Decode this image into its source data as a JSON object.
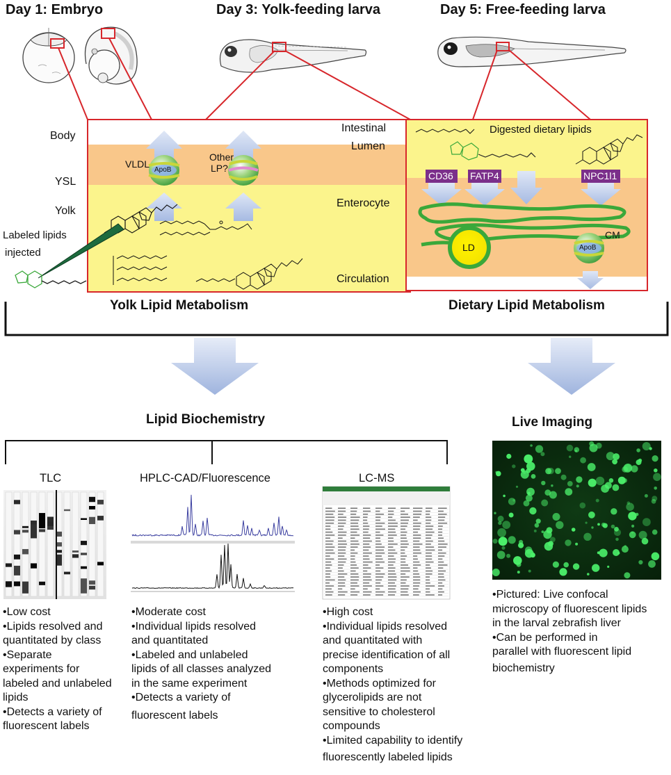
{
  "stages": {
    "day1": "Day 1: Embryo",
    "day3": "Day 3: Yolk-feeding larva",
    "day5": "Day 5: Free-feeding larva"
  },
  "yolk_panel": {
    "body": "Body",
    "ysl": "YSL",
    "yolk": "Yolk",
    "vldl": "VLDL",
    "apob": "ApoB",
    "other_lp_1": "Other",
    "other_lp_2": "LP?",
    "labeled_1": "Labeled lipids",
    "labeled_2": "injected",
    "title": "Yolk Lipid Metabolism"
  },
  "dietary_panel": {
    "lumen_1": "Intestinal",
    "lumen_2": "Lumen",
    "digested": "Digested dietary lipids",
    "cd36": "CD36",
    "fatp4": "FATP4",
    "npc1l1": "NPC1l1",
    "enterocyte": "Enterocyte",
    "ld": "LD",
    "cm": "CM",
    "apob": "ApoB",
    "circulation": "Circulation",
    "title": "Dietary Lipid Metabolism"
  },
  "sections": {
    "biochem": "Lipid Biochemistry",
    "imaging": "Live Imaging"
  },
  "methods": {
    "tlc": {
      "title": "TLC",
      "bullets": [
        "•Low cost",
        "•Lipids resolved and",
        "quantitated by class",
        "•Separate",
        "experiments for",
        "labeled and unlabeled",
        "lipids",
        "•Detects a variety of",
        "fluorescent labels"
      ]
    },
    "hplc": {
      "title": "HPLC-CAD/Fluorescence",
      "bullets": [
        "•Moderate cost",
        "•Individual lipids resolved",
        "and quantitated",
        "•Labeled and unlabeled",
        "lipids of all classes analyzed",
        "in the same experiment",
        "•Detects a variety of",
        "fluorescent labels"
      ]
    },
    "lcms": {
      "title": "LC-MS",
      "bullets": [
        "•High cost",
        "•Individual lipids resolved",
        "and quantitated with",
        "precise identification of all",
        "components",
        "•Methods optimized for",
        "glycerolipids are not",
        "sensitive to cholesterol",
        "compounds",
        "•Limited capability to identify",
        "fluorescently labeled lipids"
      ]
    },
    "imaging": {
      "bullets": [
        "•Pictured: Live confocal",
        "microscopy of fluorescent lipids",
        "in the larval zebrafish liver",
        "•Can be performed in",
        "parallel with fluorescent lipid",
        "biochemistry"
      ]
    }
  },
  "colors": {
    "frame_red": "#d7262b",
    "yellow": "#fbf48c",
    "orange": "#fac98a",
    "green": "#3aa83a",
    "purple": "#7b2f8a",
    "arrow_blue": "#aebfe4"
  }
}
